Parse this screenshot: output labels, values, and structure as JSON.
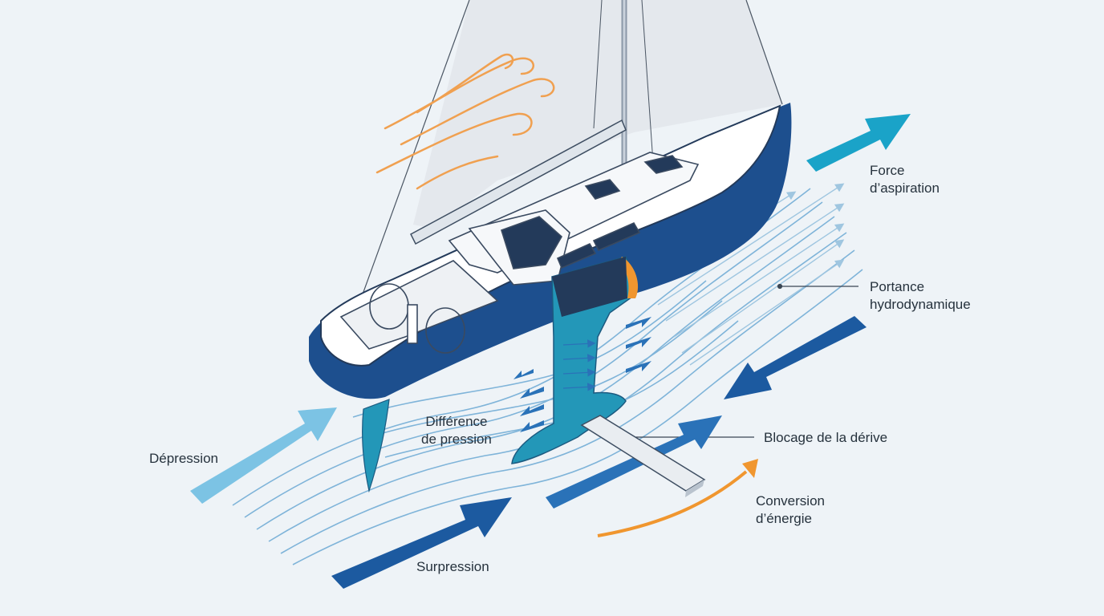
{
  "labels": {
    "force_aspiration": [
      "Force",
      "d’aspiration"
    ],
    "portance": [
      "Portance",
      "hydrodynamique"
    ],
    "difference_pression": [
      "Différence",
      "de pression"
    ],
    "depression": "Dépression",
    "blocage_derive": "Blocage de la dérive",
    "conversion_energie": [
      "Conversion",
      "d’énergie"
    ],
    "surpression": "Surpression"
  },
  "colors": {
    "background": "#eef3f7",
    "hull_navy": "#1d4f8e",
    "deck_white": "#ffffff",
    "dark_navy": "#233a5a",
    "cyan": "#1aa3c8",
    "light_blue": "#7cc3e4",
    "deep_blue": "#1c5aa0",
    "orange": "#f0962f",
    "sail_grey": "#e3e7ec",
    "keel_teal": "#2397b8"
  },
  "icons": [
    "wind-icon",
    "sailboat-illustration",
    "flow-arrow-icon"
  ]
}
